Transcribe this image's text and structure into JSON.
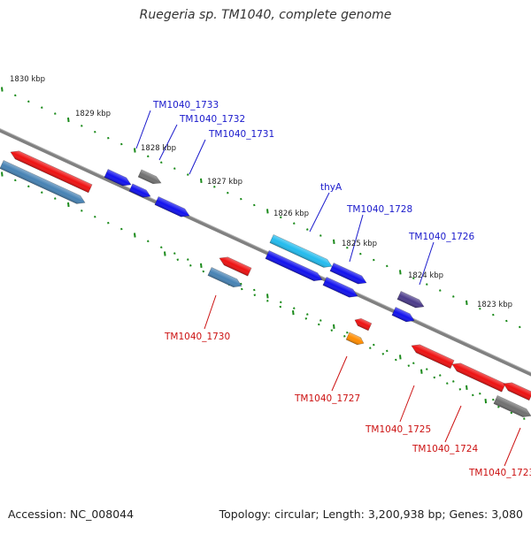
{
  "title": "Ruegeria sp. TM1040, complete genome",
  "footer": {
    "accession": "Accession: NC_008044",
    "info": "Topology: circular; Length: 3,200,938 bp; Genes: 3,080"
  },
  "colors": {
    "backbone": "#7a7a7a",
    "tick": "#1a8a1a",
    "label_blue": "#1a1acc",
    "label_red": "#cc1111",
    "gene_red": "#ee1111",
    "gene_blue": "#1111ee",
    "gene_steel": "#4682b4",
    "gene_gray": "#707070",
    "gene_cyan": "#22bbee",
    "gene_slate": "#4a3a8a",
    "gene_orange": "#ff8c00"
  },
  "ruler_labels": [
    "1830 kbp",
    "1829 kbp",
    "1828 kbp",
    "1827 kbp",
    "1826 kbp",
    "1825 kbp",
    "1824 kbp",
    "1823 kbp"
  ],
  "gene_labels": {
    "above": [
      "TM1040_1733",
      "TM1040_1732",
      "TM1040_1731",
      "thyA",
      "TM1040_1728",
      "TM1040_1726"
    ],
    "below": [
      "TM1040_1730",
      "TM1040_1727",
      "TM1040_1725",
      "TM1040_1724",
      "TM1040_1723"
    ]
  }
}
